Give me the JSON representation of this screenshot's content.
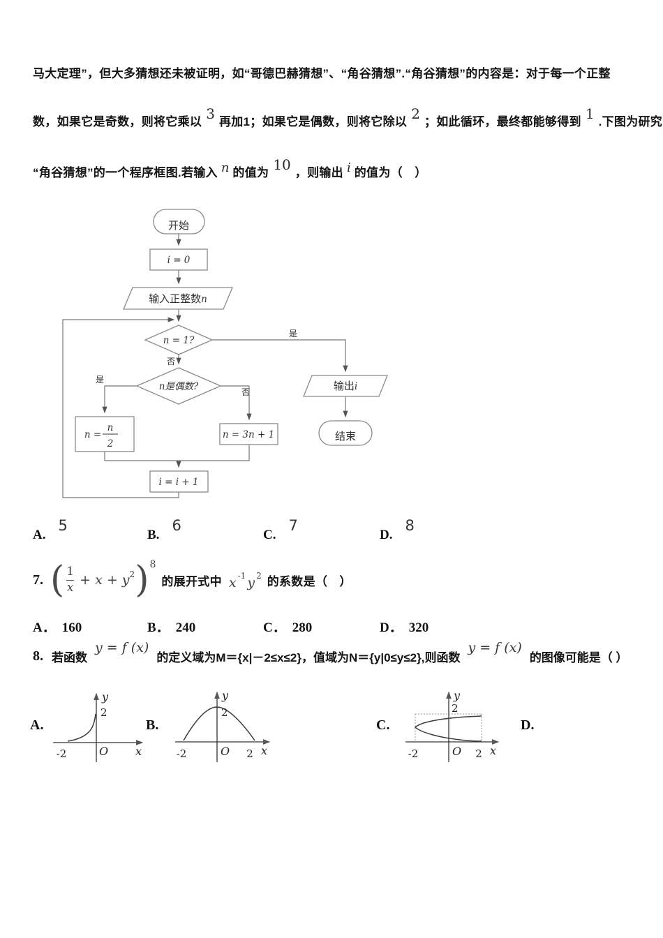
{
  "intro": {
    "line1": "马大定理”，但大多猜想还未被证明，如“哥德巴赫猜想”、“角谷猜想”.“角谷猜想”的内容是：对于每一个正整",
    "line2": {
      "t1": "数，如果它是奇数，则将它乘以",
      "n1": "3",
      "t2": "再加1；如果它是偶数，则将它除以",
      "n2": "2",
      "t3": "；如此循环，最终都能够得到",
      "n3": "1",
      "t4": ".下图为研究"
    },
    "line3": {
      "t1": "“角谷猜想”的一个程序框图.若输入",
      "v1": "n",
      "t2": "的值为",
      "n1": "10",
      "t3": "，则输出",
      "v2": "i",
      "t4": "的值为（　）"
    }
  },
  "flowchart": {
    "start": "开始",
    "init": "i = 0",
    "input_text": "输入正整数",
    "input_var": "n",
    "cond1": "n = 1?",
    "yes": "是",
    "no": "否",
    "cond2": "n是偶数?",
    "half_lhs": "n =",
    "half_num": "n",
    "half_den": "2",
    "triple": "n = 3n + 1",
    "increment": "i = i + 1",
    "output_text": "输出",
    "output_var": "i",
    "end": "结束"
  },
  "q6": {
    "options": [
      {
        "label": "A.",
        "value": "5"
      },
      {
        "label": "B.",
        "value": "6"
      },
      {
        "label": "C.",
        "value": "7"
      },
      {
        "label": "D.",
        "value": "8"
      }
    ]
  },
  "q7": {
    "number": "7.",
    "formula": {
      "frac_num": "1",
      "frac_den": "x",
      "rest": "+ x + y",
      "rest_sup": "2",
      "outer_sup": "8"
    },
    "text_after": "的展开式中",
    "term": {
      "base1": "x",
      "sup1": "-1",
      "base2": "y",
      "sup2": "2"
    },
    "tail": "的系数是（　）",
    "options": [
      {
        "label": "A．",
        "value": "160"
      },
      {
        "label": "B．",
        "value": "240"
      },
      {
        "label": "C．",
        "value": "280"
      },
      {
        "label": "D．",
        "value": "320"
      }
    ]
  },
  "q8": {
    "number": "8.",
    "pre": "若函数",
    "fx": "y = f (x)",
    "mid": "的定义域为M＝{x|－2≤x≤2}，值域为N＝{y|0≤y≤2},则函数",
    "tail": "的图像可能是（ ）",
    "labels": {
      "a": "A.",
      "b": "B.",
      "c": "C.",
      "d": "D."
    },
    "axis": {
      "y": "y",
      "x": "x",
      "origin": "O",
      "two": "2",
      "neg_two": "-2"
    }
  }
}
